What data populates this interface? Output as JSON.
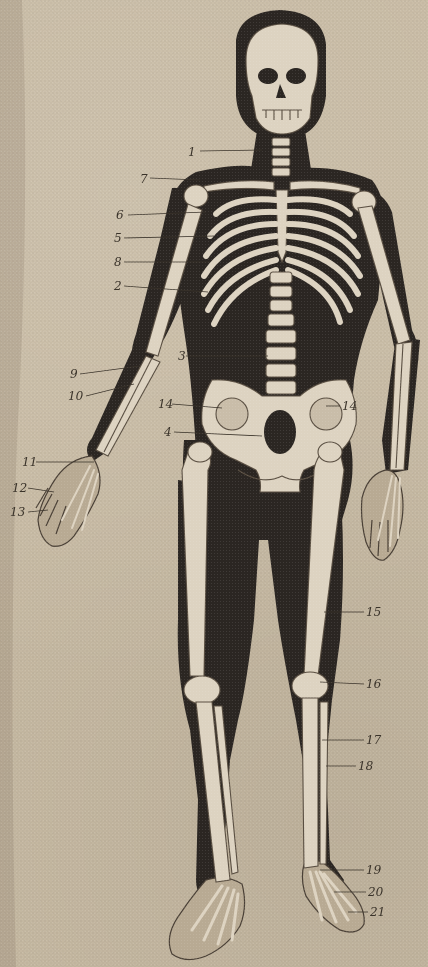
{
  "figure": {
    "subject": "human-skeleton-diagram",
    "colors": {
      "paper": "#c8bba4",
      "body_silhouette": "#2b2622",
      "bone": "#ddd3c1",
      "ink": "#3a332a"
    },
    "labels": {
      "l1": "1",
      "l2": "2",
      "l3": "3",
      "l4": "4",
      "l5": "5",
      "l6": "6",
      "l7": "7",
      "l8": "8",
      "l9": "9",
      "l10": "10",
      "l11": "11",
      "l12": "12",
      "l13": "13",
      "l14a": "14",
      "l14b": "14",
      "l15": "15",
      "l16": "16",
      "l17": "17",
      "l18": "18",
      "l19": "19",
      "l20": "20",
      "l21": "21"
    }
  }
}
